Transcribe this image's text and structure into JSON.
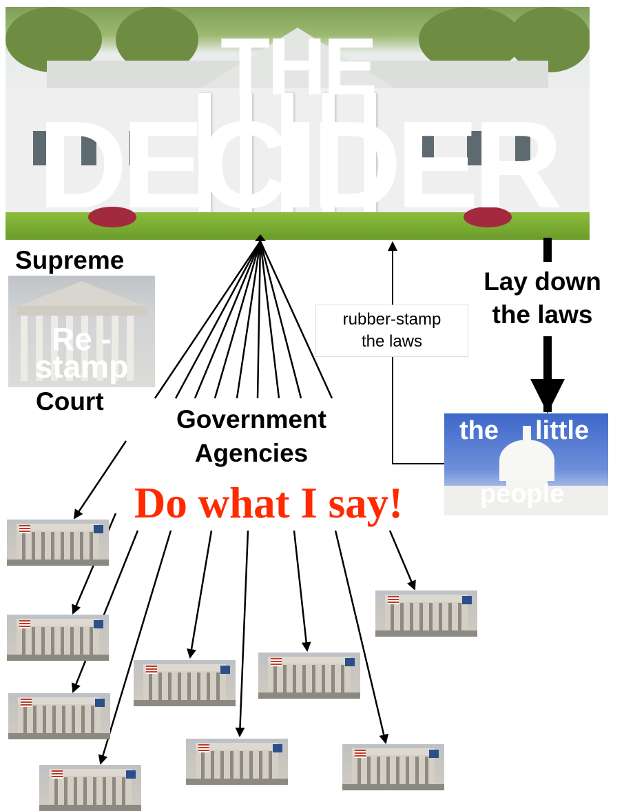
{
  "title": {
    "line1": "THE",
    "line2": "DECIDER"
  },
  "supreme_court": {
    "label_top": "Supreme",
    "label_bottom": "Court",
    "overlay_line1": "Re -",
    "overlay_line2": "stamp"
  },
  "government_agencies": {
    "line1": "Government",
    "line2": "Agencies"
  },
  "command": "Do what I say!",
  "lay_down": {
    "line1": "Lay down",
    "line2": "the laws"
  },
  "rubber_stamp": {
    "line1": "rubber-stamp",
    "line2": "the laws"
  },
  "capitol": {
    "word1": "the",
    "word2": "little",
    "word3": "people"
  },
  "colors": {
    "command_text": "#ff2a00",
    "overlay_text": "#ffffff",
    "arrows": "#000000"
  }
}
